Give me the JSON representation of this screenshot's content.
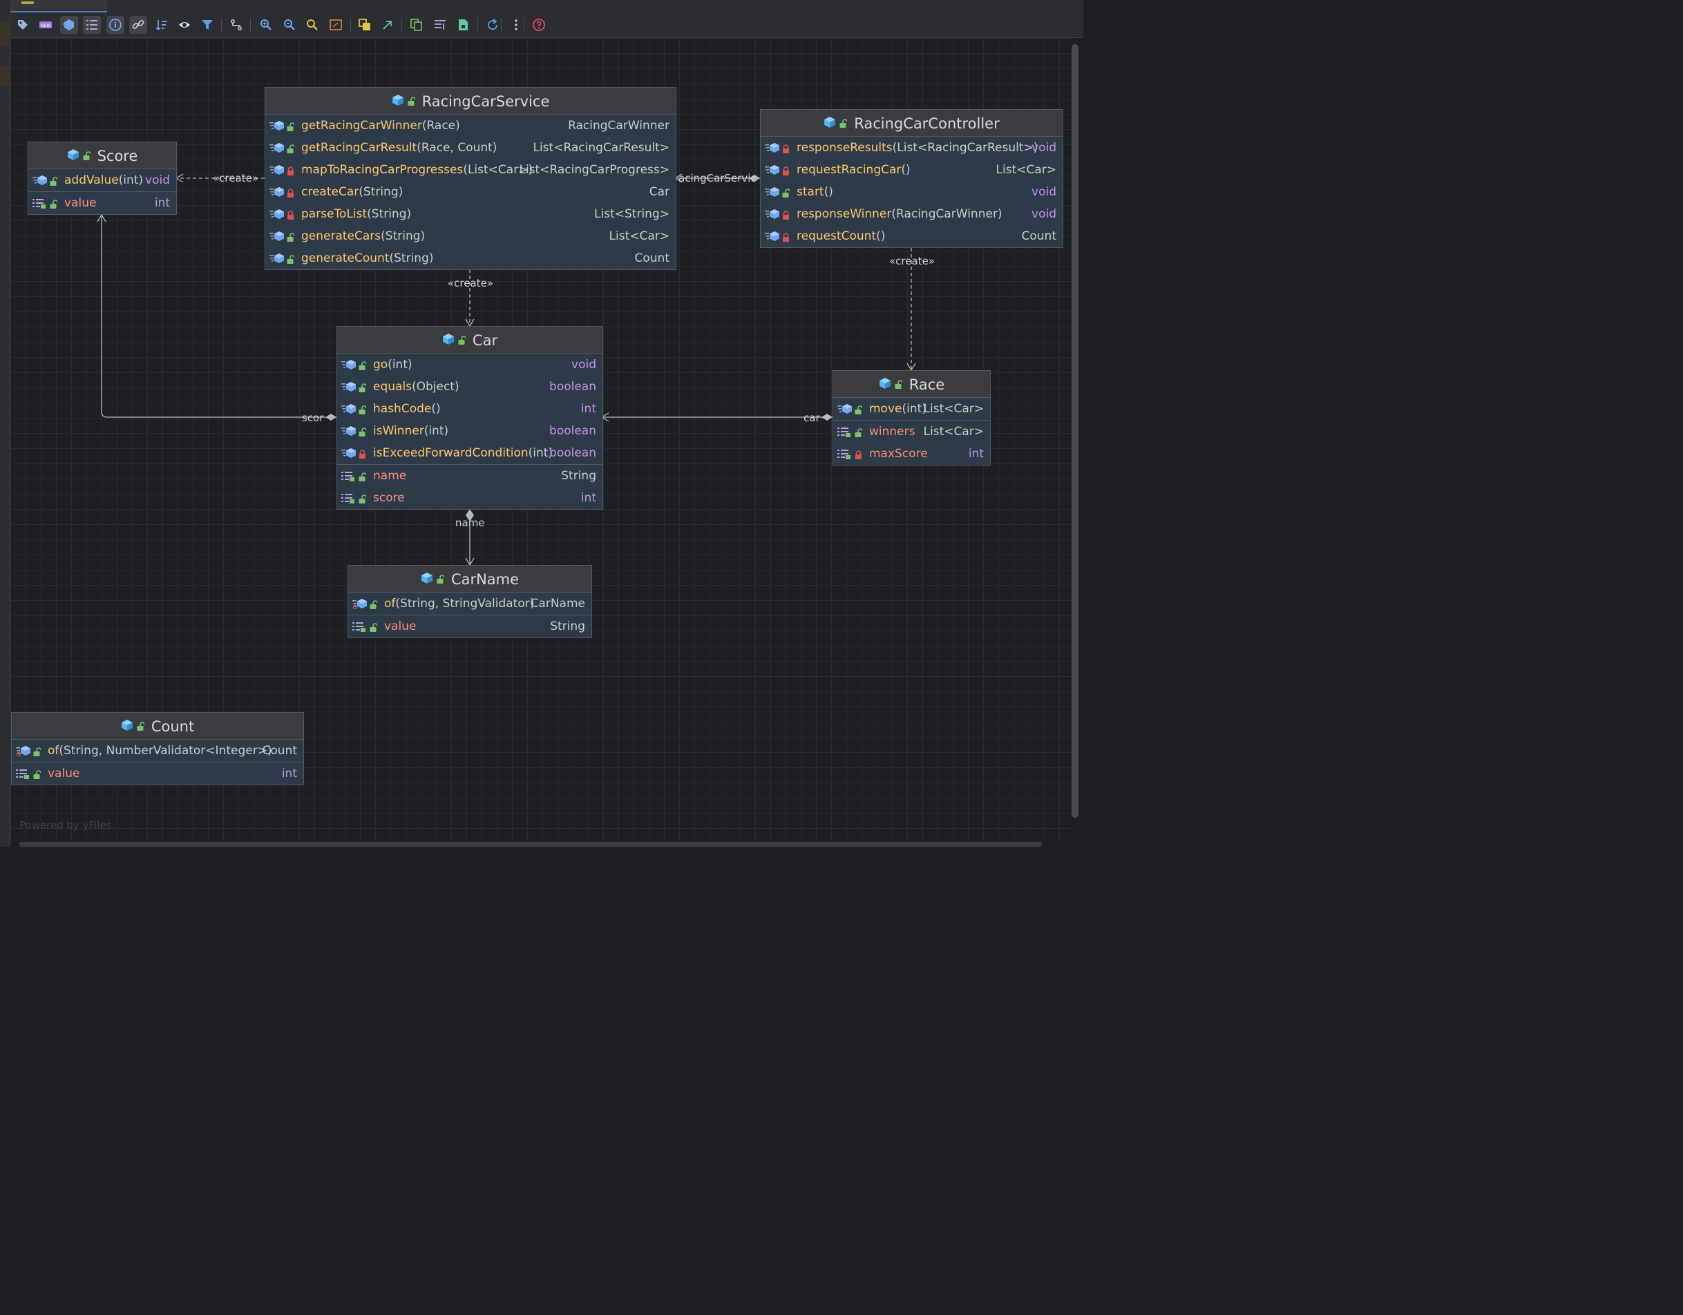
{
  "toolbar": [
    {
      "name": "tag-icon",
      "on": false
    },
    {
      "name": "new-icon",
      "on": false
    },
    {
      "name": "class-icon",
      "on": true
    },
    {
      "name": "list-icon",
      "on": true
    },
    {
      "name": "info-icon",
      "on": true
    },
    {
      "name": "link-icon",
      "on": true
    },
    {
      "name": "sort-icon",
      "on": false
    },
    {
      "name": "eye-icon",
      "on": false
    },
    {
      "name": "filter-icon",
      "on": false
    },
    {
      "name": "route-icon",
      "on": false
    },
    {
      "name": "zoom-in-icon",
      "on": false
    },
    {
      "name": "zoom-out-icon",
      "on": false
    },
    {
      "name": "zoom-fit-icon",
      "on": false
    },
    {
      "name": "actual-size-icon",
      "on": false
    },
    {
      "name": "layers-icon",
      "on": false
    },
    {
      "name": "export-arrow-icon",
      "on": false
    },
    {
      "name": "copy-icon",
      "on": false
    },
    {
      "name": "layout-icon",
      "on": false
    },
    {
      "name": "save-file-icon",
      "on": false
    },
    {
      "name": "refresh-icon",
      "on": false
    },
    {
      "name": "more-icon",
      "on": false
    },
    {
      "name": "help-icon",
      "on": false
    }
  ],
  "nodes": [
    {
      "id": "racing-car-service",
      "name": "RacingCarService",
      "rows": [
        {
          "kind": "method",
          "vis": "public",
          "name": "getRacingCarWinner",
          "params": "(Race)",
          "type": "RacingCarWinner"
        },
        {
          "kind": "method",
          "vis": "public",
          "name": "getRacingCarResult",
          "params": "(Race, Count)",
          "type": "List<RacingCarResult>"
        },
        {
          "kind": "method",
          "vis": "private",
          "name": "mapToRacingCarProgresses",
          "params": "(List<Car>)",
          "type": "List<RacingCarProgress>"
        },
        {
          "kind": "method",
          "vis": "private",
          "name": "createCar",
          "params": "(String)",
          "type": "Car"
        },
        {
          "kind": "method",
          "vis": "private",
          "name": "parseToList",
          "params": "(String)",
          "type": "List<String>"
        },
        {
          "kind": "method",
          "vis": "public",
          "name": "generateCars",
          "params": "(String)",
          "type": "List<Car>"
        },
        {
          "kind": "method",
          "vis": "public",
          "name": "generateCount",
          "params": "(String)",
          "type": "Count"
        }
      ]
    },
    {
      "id": "racing-car-controller",
      "name": "RacingCarController",
      "rows": [
        {
          "kind": "method",
          "vis": "private",
          "name": "responseResults",
          "params": "(List<RacingCarResult>)",
          "type": "void"
        },
        {
          "kind": "method",
          "vis": "private",
          "name": "requestRacingCar",
          "params": "()",
          "type": "List<Car>"
        },
        {
          "kind": "method",
          "vis": "public",
          "name": "start",
          "params": "()",
          "type": "void"
        },
        {
          "kind": "method",
          "vis": "private",
          "name": "responseWinner",
          "params": "(RacingCarWinner)",
          "type": "void"
        },
        {
          "kind": "method",
          "vis": "private",
          "name": "requestCount",
          "params": "()",
          "type": "Count"
        }
      ]
    },
    {
      "id": "score",
      "name": "Score",
      "rows": [
        {
          "kind": "method",
          "vis": "public",
          "name": "addValue",
          "params": "(int)",
          "type": "void"
        },
        {
          "kind": "field",
          "vis": "public",
          "name": "value",
          "params": "",
          "type": "int"
        }
      ]
    },
    {
      "id": "car",
      "name": "Car",
      "rows": [
        {
          "kind": "method",
          "vis": "public",
          "name": "go",
          "params": "(int)",
          "type": "void"
        },
        {
          "kind": "method",
          "vis": "public",
          "name": "equals",
          "params": "(Object)",
          "type": "boolean"
        },
        {
          "kind": "method",
          "vis": "public",
          "name": "hashCode",
          "params": "()",
          "type": "int"
        },
        {
          "kind": "method",
          "vis": "public",
          "name": "isWinner",
          "params": "(int)",
          "type": "boolean"
        },
        {
          "kind": "method",
          "vis": "private",
          "name": "isExceedForwardCondition",
          "params": "(int)",
          "type": "boolean"
        },
        {
          "kind": "field",
          "vis": "public",
          "name": "name",
          "params": "",
          "type": "String"
        },
        {
          "kind": "field",
          "vis": "public",
          "name": "score",
          "params": "",
          "type": "int"
        }
      ]
    },
    {
      "id": "race",
      "name": "Race",
      "rows": [
        {
          "kind": "method",
          "vis": "public",
          "name": "move",
          "params": "(int)",
          "type": "List<Car>"
        },
        {
          "kind": "field",
          "vis": "public",
          "name": "winners",
          "params": "",
          "type": "List<Car>"
        },
        {
          "kind": "field",
          "vis": "private",
          "name": "maxScore",
          "params": "",
          "type": "int"
        }
      ]
    },
    {
      "id": "car-name",
      "name": "CarName",
      "rows": [
        {
          "kind": "static-method",
          "vis": "public",
          "name": "of",
          "params": "(String, StringValidator)",
          "type": "CarName"
        },
        {
          "kind": "field",
          "vis": "public",
          "name": "value",
          "params": "",
          "type": "String"
        }
      ]
    },
    {
      "id": "count",
      "name": "Count",
      "rows": [
        {
          "kind": "static-method",
          "vis": "public",
          "name": "of",
          "params": "(String, NumberValidator<Integer>)",
          "type": "Count"
        },
        {
          "kind": "field",
          "vis": "public",
          "name": "value",
          "params": "",
          "type": "int"
        }
      ]
    }
  ],
  "edge_labels": {
    "create_score": "«create»",
    "create_car": "«create»",
    "create_race": "«create»",
    "service_ref": "acingCarServic",
    "score": "scor",
    "cars": "car",
    "name": "name"
  },
  "footer": {
    "powered": "Powered by yFiles"
  },
  "colors": {
    "class_icon": "#56b6f0",
    "public_lock": "#7ec36a",
    "private_lock": "#e0514f",
    "method_name": "#ffc66d",
    "field_name": "#ff8d7d",
    "keyword": "#c792ea",
    "node_bg": "#2d3a47",
    "header_bg": "#3b3c3f"
  }
}
